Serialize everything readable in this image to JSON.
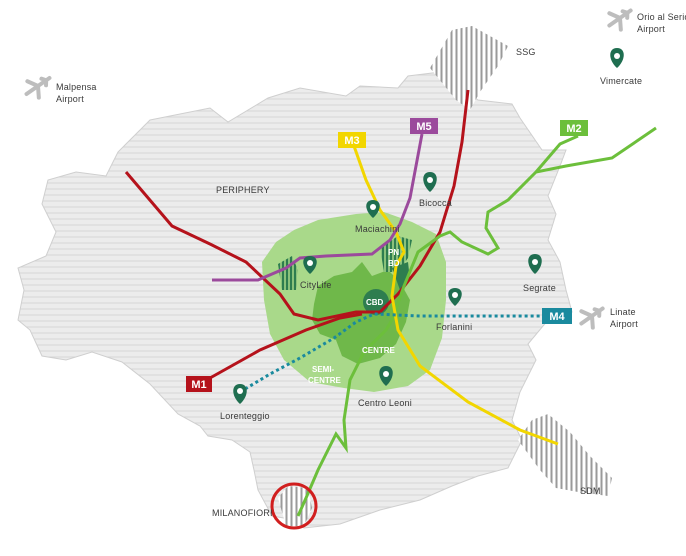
{
  "colors": {
    "m1": "#b5121b",
    "m2": "#6cbf3b",
    "m3": "#f2d600",
    "m4": "#1a8a9e",
    "m5": "#9b4a9c",
    "periphery": "#e8e8e8",
    "semi_centre": "#a9d98a",
    "centre": "#6fb84a",
    "cbd": "#2e7d4f",
    "pin": "#1f6e50",
    "highlight_circle": "#d11f1f",
    "airport_icon": "#bdbdbd"
  },
  "zones": {
    "periphery": "PERIPHERY",
    "semi_centre_line1": "SEMI-",
    "semi_centre_line2": "CENTRE",
    "centre": "CENTRE",
    "cbd": "CBD",
    "pn": "PN",
    "bd": "BD"
  },
  "metro_lines": {
    "m1": "M1",
    "m2": "M2",
    "m3": "M3",
    "m4": "M4",
    "m5": "M5"
  },
  "locations": {
    "maciachini": "Maciachini",
    "bicocca": "Bicocca",
    "citylife": "CityLife",
    "segrate": "Segrate",
    "forlanini": "Forlanini",
    "lorenteggio": "Lorenteggio",
    "centro_leoni": "Centro Leoni",
    "vimercate": "Vimercate",
    "milanofiori": "MILANOFIORI",
    "ssg": "SSG",
    "sdm": "SDM"
  },
  "airports": {
    "malpensa_line1": "Malpensa",
    "malpensa_line2": "Airport",
    "orio_line1": "Orio al Serio",
    "orio_line2": "Airport",
    "linate_line1": "Linate",
    "linate_line2": "Airport"
  }
}
